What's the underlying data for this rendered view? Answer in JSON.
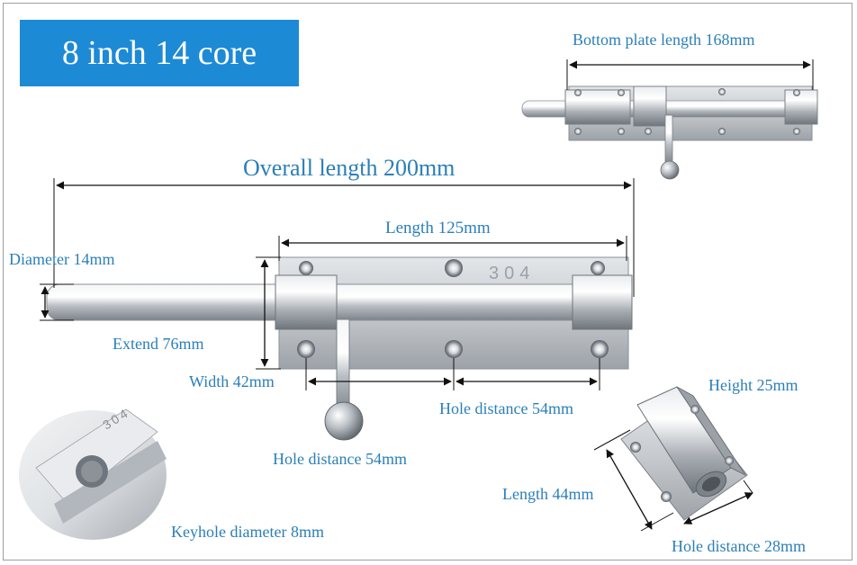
{
  "badge": "8 inch 14 core",
  "labels": {
    "bottom_plate": "Bottom plate length 168mm",
    "overall": "Overall length 200mm",
    "length125": "Length 125mm",
    "diameter": "Diameter 14mm",
    "extend": "Extend 76mm",
    "width": "Width 42mm",
    "hole54_right": "Hole distance 54mm",
    "hole54_bottom": "Hole distance 54mm",
    "height": "Height 25mm",
    "length44": "Length 44mm",
    "hole28": "Hole distance 28mm",
    "keyhole": "Keyhole diameter 8mm"
  },
  "colors": {
    "label": "#2b7fb8",
    "badge_bg": "#1d8ad6",
    "badge_text": "#ffffff",
    "steel": "#c9cdd2"
  },
  "images": {
    "main_bolt": "stainless-steel-barrel-bolt",
    "top_bolt": "barrel-bolt-thumbnail",
    "bracket": "latch-keeper-bracket",
    "keyhole_closeup": "keyhole-closeup-photo"
  }
}
